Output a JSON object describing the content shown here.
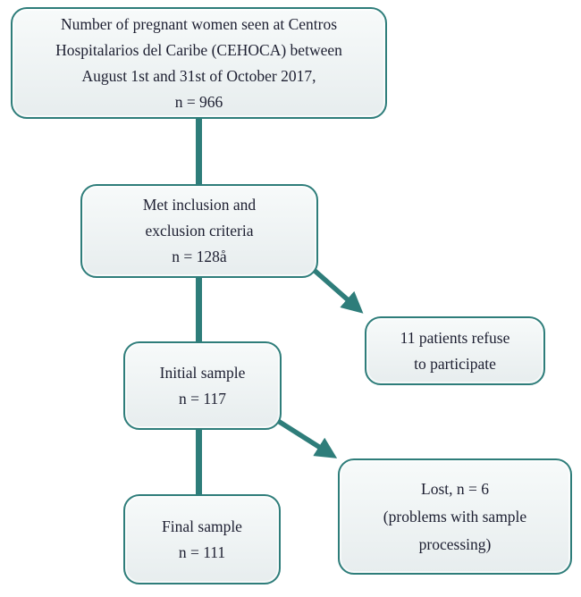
{
  "colors": {
    "border_teal": "#2e7d7a",
    "box_fill_top": "#f7fafa",
    "box_fill_bottom": "#e7edee",
    "text": "#1d1f31",
    "background": "#ffffff"
  },
  "diagram": {
    "type": "flowchart",
    "nodes": {
      "screened": {
        "lines": [
          "Number of pregnant women seen at Centros",
          "Hospitalarios del Caribe (CEHOCA) between",
          "August 1st and 31st of October 2017,",
          "n = 966"
        ]
      },
      "criteria": {
        "lines": [
          "Met inclusion and",
          "exclusion criteria",
          "n = 128å"
        ]
      },
      "refused": {
        "lines": [
          "11 patients refuse",
          "to participate"
        ]
      },
      "initial": {
        "lines": [
          "Initial sample",
          "n = 117"
        ]
      },
      "lost": {
        "lines": [
          "Lost, n = 6",
          "(problems with sample",
          "processing)"
        ]
      },
      "final": {
        "lines": [
          "Final sample",
          "n = 111"
        ]
      }
    },
    "edges": [
      {
        "from": "screened",
        "to": "criteria",
        "style": "straight"
      },
      {
        "from": "criteria",
        "to": "initial",
        "style": "straight"
      },
      {
        "from": "criteria",
        "to": "refused",
        "style": "arrow"
      },
      {
        "from": "initial",
        "to": "final",
        "style": "straight"
      },
      {
        "from": "initial",
        "to": "lost",
        "style": "arrow"
      }
    ]
  }
}
